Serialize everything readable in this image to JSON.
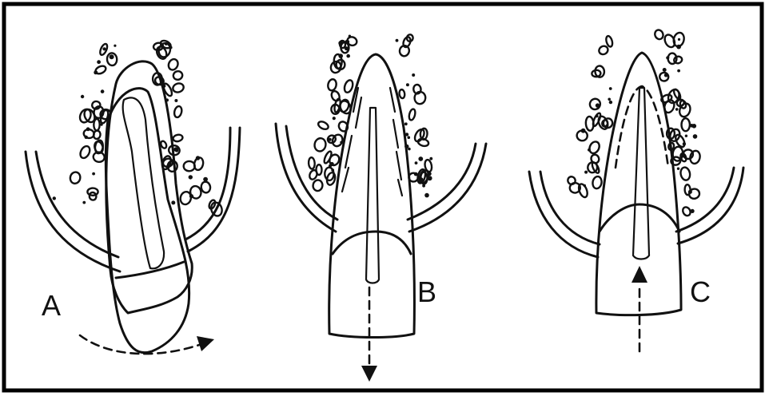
{
  "diagram": {
    "panels": [
      {
        "label": "A"
      },
      {
        "label": "B"
      },
      {
        "label": "C"
      }
    ]
  }
}
